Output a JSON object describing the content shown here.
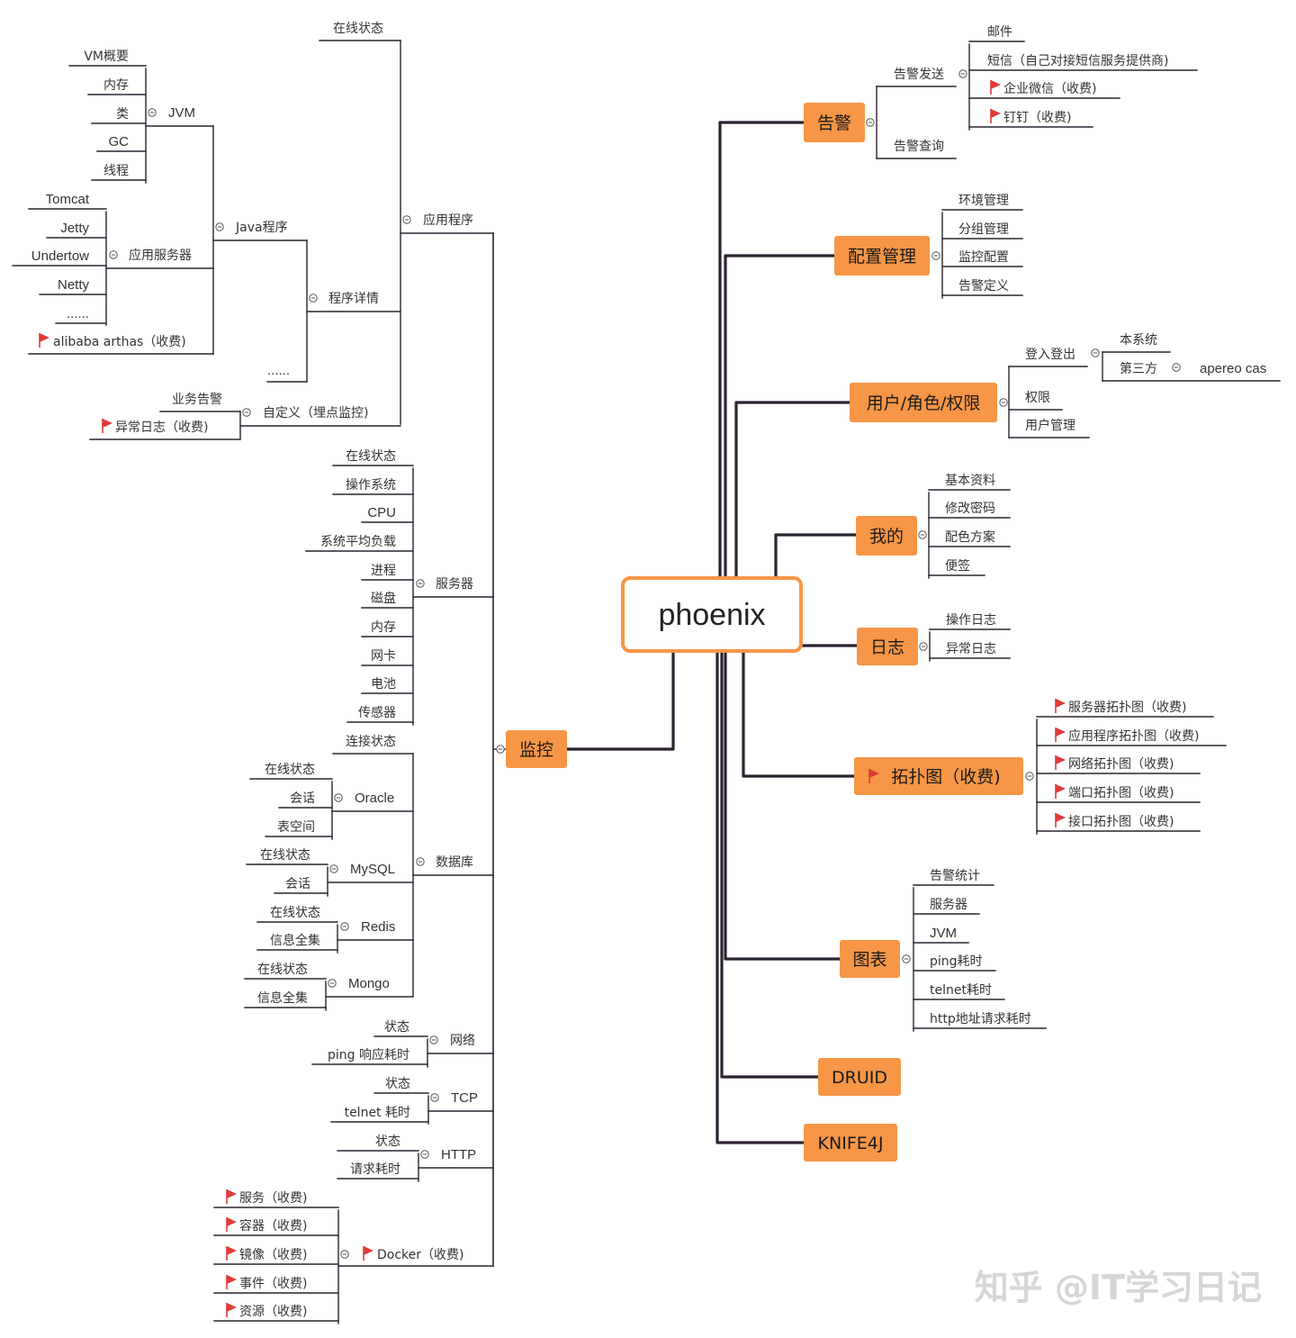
{
  "root": {
    "label": "phoenix"
  },
  "watermark": "知乎 @IT学习日记",
  "colors": {
    "topic_fill": "#f79646",
    "root_border": "#f79646",
    "line": "#2b2230",
    "flag": "#e03a3a",
    "text": "#333333"
  },
  "icons": {
    "flag": "flag-icon",
    "collapse": "collapse-circle-icon"
  },
  "right_branches": {
    "alarm": {
      "label": "告警",
      "send": {
        "label": "告警发送",
        "items": [
          {
            "label": "邮件",
            "flag": false
          },
          {
            "label": "短信（自己对接短信服务提供商)",
            "flag": false
          },
          {
            "label": "企业微信（收费)",
            "flag": true
          },
          {
            "label": "钉钉（收费)",
            "flag": true
          }
        ]
      },
      "query": {
        "label": "告警查询"
      }
    },
    "config": {
      "label": "配置管理",
      "items": [
        "环境管理",
        "分组管理",
        "监控配置",
        "告警定义"
      ]
    },
    "user": {
      "label": "用户/角色/权限",
      "login": {
        "label": "登入登出",
        "items": [
          {
            "label": "本系统"
          },
          {
            "label": "第三方",
            "child": "apereo cas"
          }
        ]
      },
      "items": [
        "权限",
        "用户管理"
      ]
    },
    "mine": {
      "label": "我的",
      "items": [
        "基本资料",
        "修改密码",
        "配色方案",
        "便签"
      ]
    },
    "log": {
      "label": "日志",
      "items": [
        "操作日志",
        "异常日志"
      ]
    },
    "topo": {
      "label": "拓扑图（收费)",
      "items": [
        "服务器拓扑图（收费)",
        "应用程序拓扑图（收费)",
        "网络拓扑图（收费)",
        "端口拓扑图（收费)",
        "接口拓扑图（收费)"
      ]
    },
    "chart": {
      "label": "图表",
      "items": [
        "告警统计",
        "服务器",
        "JVM",
        "ping耗时",
        "telnet耗时",
        "http地址请求耗时"
      ]
    },
    "druid": {
      "label": "DRUID"
    },
    "knife": {
      "label": "KNIFE4J"
    }
  },
  "monitor": {
    "label": "监控",
    "app": {
      "label": "应用程序",
      "online": "在线状态",
      "detail": {
        "label": "程序详情",
        "java": {
          "label": "Java程序",
          "jvm": {
            "label": "JVM",
            "items": [
              "VM概要",
              "内存",
              "类",
              "GC",
              "线程"
            ]
          },
          "appserver": {
            "label": "应用服务器",
            "items": [
              "Tomcat",
              "Jetty",
              "Undertow",
              "Netty",
              "......"
            ]
          },
          "arthas": "alibaba arthas（收费)"
        },
        "more": "......"
      },
      "custom": {
        "label": "自定义（埋点监控)",
        "items": [
          "业务告警",
          "异常日志（收费)"
        ]
      }
    },
    "server": {
      "label": "服务器",
      "items": [
        "在线状态",
        "操作系统",
        "CPU",
        "系统平均负载",
        "进程",
        "磁盘",
        "内存",
        "网卡",
        "电池",
        "传感器"
      ]
    },
    "db": {
      "label": "数据库",
      "conn": "连接状态",
      "oracle": {
        "label": "Oracle",
        "items": [
          "在线状态",
          "会话",
          "表空间"
        ]
      },
      "mysql": {
        "label": "MySQL",
        "items": [
          "在线状态",
          "会话"
        ]
      },
      "redis": {
        "label": "Redis",
        "items": [
          "在线状态",
          "信息全集"
        ]
      },
      "mongo": {
        "label": "Mongo",
        "items": [
          "在线状态",
          "信息全集"
        ]
      }
    },
    "net": {
      "label": "网络",
      "items": [
        "状态",
        "ping 响应耗时"
      ]
    },
    "tcp": {
      "label": "TCP",
      "items": [
        "状态",
        "telnet 耗时"
      ]
    },
    "http": {
      "label": "HTTP",
      "items": [
        "状态",
        "请求耗时"
      ]
    },
    "docker": {
      "label": "Docker（收费)",
      "items": [
        "服务（收费)",
        "容器（收费)",
        "镜像（收费)",
        "事件（收费)",
        "资源（收费)"
      ]
    }
  }
}
